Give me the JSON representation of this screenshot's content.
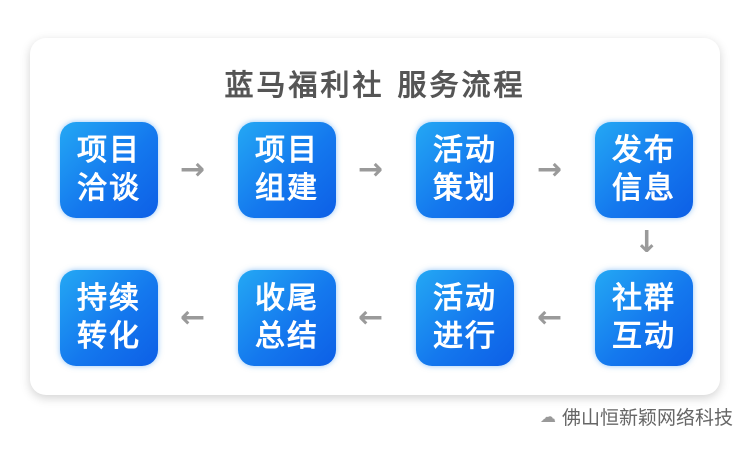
{
  "title": "蓝马福利社 服务流程",
  "steps": [
    {
      "line1": "项目",
      "line2": "洽谈"
    },
    {
      "line1": "项目",
      "line2": "组建"
    },
    {
      "line1": "活动",
      "line2": "策划"
    },
    {
      "line1": "发布",
      "line2": "信息"
    },
    {
      "line1": "社群",
      "line2": "互动"
    },
    {
      "line1": "活动",
      "line2": "进行"
    },
    {
      "line1": "收尾",
      "line2": "总结"
    },
    {
      "line1": "持续",
      "line2": "转化"
    }
  ],
  "watermark": "佛山恒新颖网络科技",
  "colors": {
    "box_start": "#24a8f4",
    "box_end": "#0d5fe6",
    "arrow": "#9a9a9a",
    "title": "#555555"
  }
}
